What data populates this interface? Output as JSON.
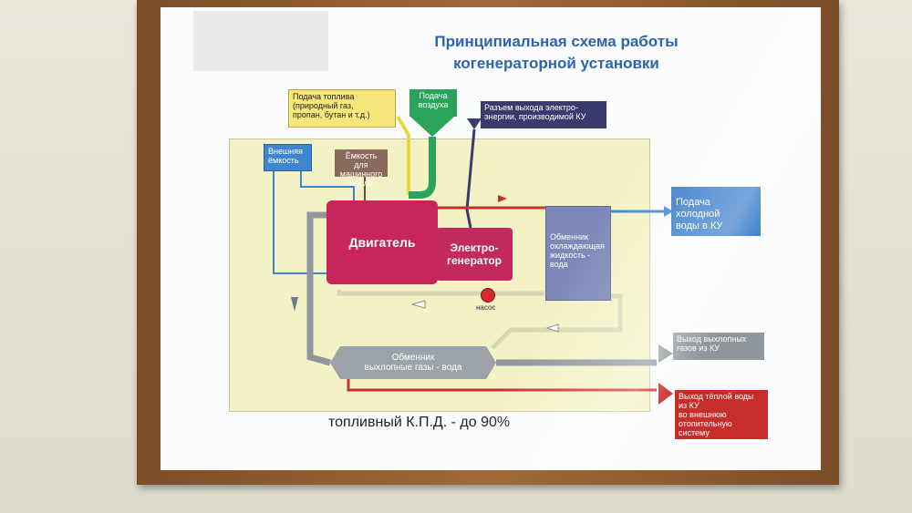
{
  "poster": {
    "title": "Принципиальная схема работы\nкогенераторной установки",
    "fuel_supply": "Подача топлива\n(природный газ,\nпропан, бутан и т.д.)",
    "air_supply": "Подача\nвоздуха",
    "electric_output": "Разъем выхода электро-\nэнергии, производимой КУ",
    "external_tank": "Внешняя\nёмкость",
    "oil_tank": "Ёмкость для\nмашинного\nмасла",
    "engine": "Двигатель",
    "generator": "Электро-\nгенератор",
    "coolant_exchanger": "Обменник\nохлаждающая\nжидкость -\nвода",
    "pump": "насос",
    "exhaust_exchanger": "Обменник\nвыхлопные газы - вода",
    "cold_water_in": "Подача холодной\nводы в КУ",
    "exhaust_out": "Выход выхлопных\nгазов из КУ",
    "hot_water_out": "Выход тёплой воды\nиз КУ\nво внешнюю\nотопительную\nсистему",
    "efficiency": "топливный К.П.Д.  - до 90%"
  },
  "colors": {
    "frame": "#8b5a2b",
    "title": "#2f63b0",
    "engine": "#c8265a",
    "diagram_background": "#f3f2c4"
  }
}
